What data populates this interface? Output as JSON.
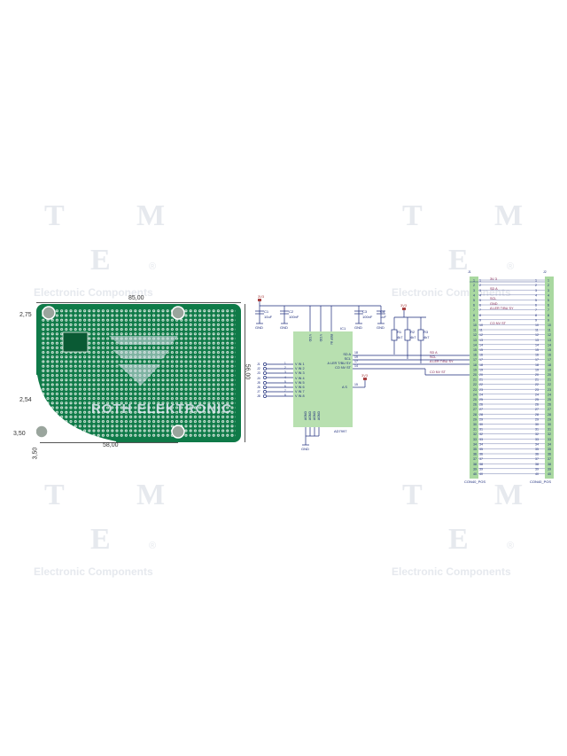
{
  "watermark": {
    "letters": [
      "T",
      "M",
      "E"
    ],
    "subtitle": "Electronic Components",
    "registered": "®"
  },
  "board": {
    "silkscreen_text": "ROTH ELEKTRONIC",
    "dims": {
      "width": "85,00",
      "height": "56,00",
      "top_offset": "2,75",
      "left_hole": "2,54",
      "hole_x": "3,50",
      "hole_y": "3,50",
      "hole_span": "58,00"
    }
  },
  "schematic": {
    "power_net": "3V3",
    "ground_net": "GND",
    "caps": [
      {
        "ref": "C1",
        "value": "10uF"
      },
      {
        "ref": "C2",
        "value": "100nF"
      },
      {
        "ref": "C3",
        "value": "100nF"
      },
      {
        "ref": "C4",
        "value": "1uF"
      }
    ],
    "resistors": [
      {
        "ref": "R1",
        "value": "4k7"
      },
      {
        "ref": "R2",
        "value": "4k7"
      },
      {
        "ref": "R3",
        "value": "4k7"
      }
    ],
    "ic": {
      "ref": "IC1",
      "part": "AD7997",
      "top_pins": [
        "V DD",
        "V DD",
        "REF IN"
      ],
      "inputs": [
        "V IN 1",
        "V IN 2",
        "V IN 3",
        "V IN 4",
        "V IN 5",
        "V IN 6",
        "V IN 7",
        "V IN 8"
      ],
      "input_connectors": [
        "J1",
        "J2",
        "J3",
        "J4",
        "J5",
        "J6",
        "J7",
        "J8"
      ],
      "input_pin_numbers": [
        "1",
        "2",
        "3",
        "4",
        "5",
        "6",
        "7",
        "8"
      ],
      "right_pins": [
        {
          "num": "18",
          "name": "SD A"
        },
        {
          "num": "19",
          "name": "SCL"
        },
        {
          "num": "17",
          "name": "A LER T/BU SY"
        },
        {
          "num": "14",
          "name": "CO NV ST"
        }
      ],
      "as_pin": {
        "num": "15",
        "name": "A S"
      },
      "bottom_pins": [
        "AGND",
        "AGND",
        "AGND",
        "AGND"
      ]
    },
    "net_labels": [
      "SD A",
      "SCL",
      "A LER T/BU SY",
      "CO NV ST"
    ]
  },
  "connectors": {
    "j1": {
      "ref": "J1",
      "name": "CON40_POS"
    },
    "j2": {
      "ref": "J2",
      "name": "CON40_POS"
    },
    "j1_labels": [
      {
        "pin": 1,
        "text": "3V 3"
      },
      {
        "pin": 3,
        "text": "SD A"
      },
      {
        "pin": 5,
        "text": "SCL"
      },
      {
        "pin": 6,
        "text": "GND"
      },
      {
        "pin": 7,
        "text": "A LER T/BU SY"
      },
      {
        "pin": 10,
        "text": "CO NV ST"
      }
    ],
    "pins": [
      "1",
      "2",
      "3",
      "4",
      "5",
      "6",
      "7",
      "8",
      "9",
      "10",
      "11",
      "12",
      "13",
      "14",
      "15",
      "16",
      "17",
      "18",
      "19",
      "20",
      "21",
      "22",
      "23",
      "24",
      "25",
      "26",
      "27",
      "28",
      "29",
      "30",
      "31",
      "32",
      "33",
      "34",
      "35",
      "36",
      "37",
      "38",
      "39",
      "40"
    ]
  },
  "colors": {
    "board": "#0f7a48",
    "connector": "#a9d8a0",
    "ic": "#b8e0b0",
    "wire": "#1a2a7a",
    "net_label": "#7a1a4a",
    "watermark": "#e6e9ee"
  }
}
